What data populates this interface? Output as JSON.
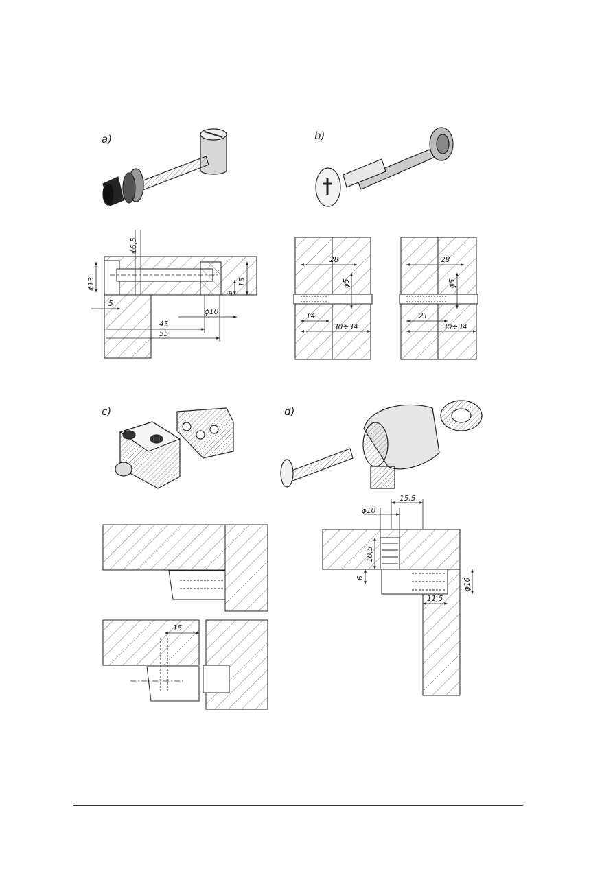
{
  "figure": {
    "panels": [
      {
        "id": "a",
        "label": "a)",
        "dimensions": [
          "ϕ6,5",
          "ϕ13",
          "5",
          "15",
          "9",
          "ϕ10",
          "45",
          "55"
        ]
      },
      {
        "id": "b",
        "label": "b)",
        "left_section": {
          "dimensions": [
            "28",
            "ϕ5",
            "14",
            "30÷34"
          ]
        },
        "right_section": {
          "dimensions": [
            "28",
            "ϕ5",
            "21",
            "30÷34"
          ]
        }
      },
      {
        "id": "c",
        "label": "c)",
        "dimensions": [
          "15"
        ]
      },
      {
        "id": "d",
        "label": "d)",
        "dimensions": [
          "15,5",
          "ϕ10",
          "10,5",
          "6",
          "ϕ10",
          "11,5"
        ]
      }
    ]
  }
}
